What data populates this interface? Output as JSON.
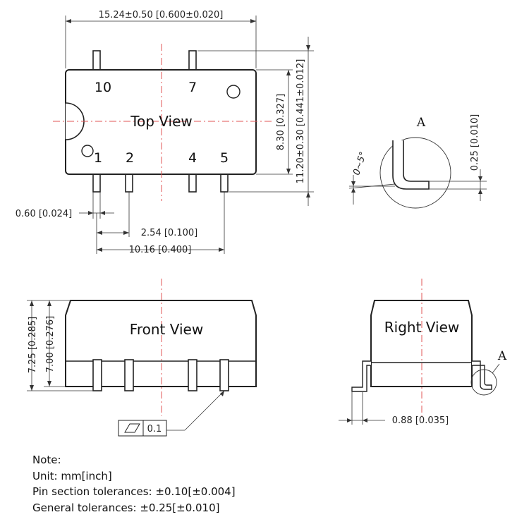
{
  "views": {
    "top": "Top View",
    "front": "Front View",
    "right": "Right View"
  },
  "pins": [
    "10",
    "7",
    "1",
    "2",
    "4",
    "5"
  ],
  "dimensions": {
    "overall_length": "15.24±0.50 [0.600±0.020]",
    "body_width": "8.30 [0.327]",
    "overall_width": "11.20±0.30 [0.441±0.012]",
    "pin_width": "0.60 [0.024]",
    "pin_pitch": "2.54 [0.100]",
    "pin_span": "10.16 [0.400]",
    "height_total": "7.25 [0.285]",
    "height_body": "7.00 [0.276]",
    "lead_foot": "0.88 [0.035]",
    "lead_thickness": "0.25 [0.010]",
    "angle": "0~5°"
  },
  "detail_label": "A",
  "flatness": {
    "value": "0.1"
  },
  "notes": {
    "title": "Note:",
    "unit": "Unit: mm[inch]",
    "pin_tol": "Pin section tolerances: ±0.10[±0.004]",
    "gen_tol": "General tolerances: ±0.25[±0.010]"
  }
}
